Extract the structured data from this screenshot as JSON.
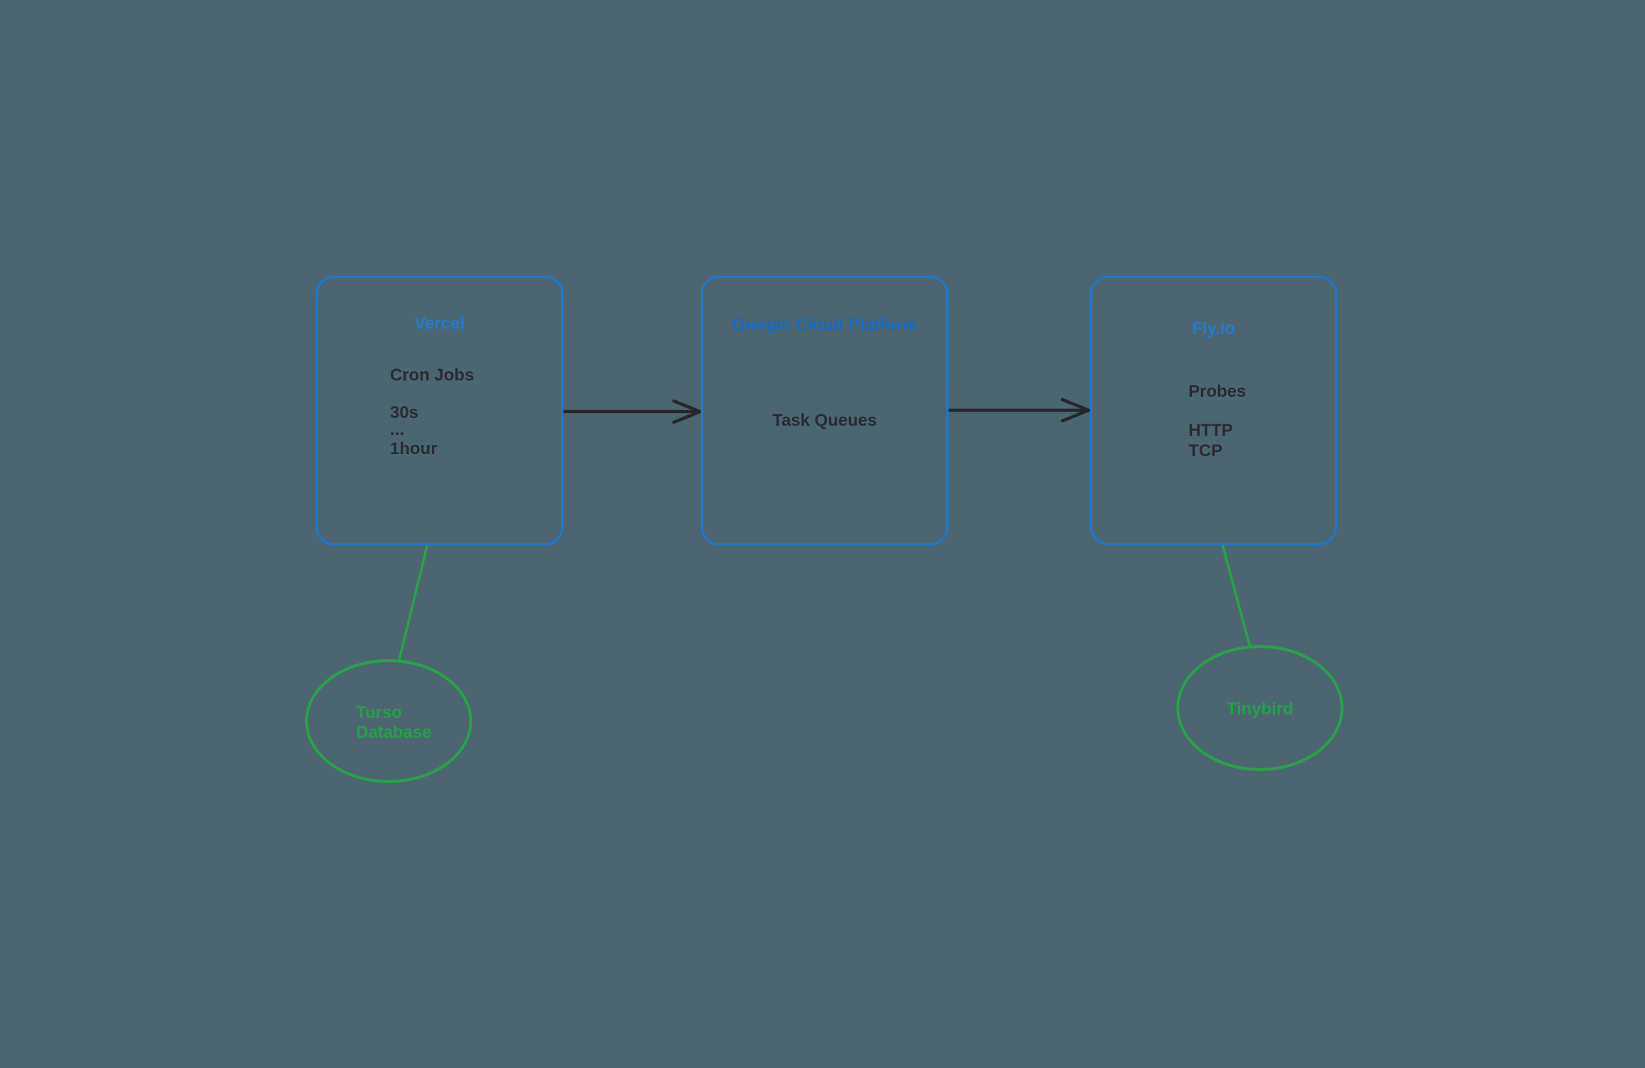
{
  "colors": {
    "background": "#4b6670",
    "box_border": "#1d78d2",
    "title_blue": "#1e7cd6",
    "title_blue_dark": "#166ac8",
    "body_text": "#2a2b30",
    "shape_green": "#26a347",
    "green_text": "#23a04a",
    "arrow_dark": "#26262b"
  },
  "nodes": {
    "vercel": {
      "title": "Vercel",
      "line1": "Cron Jobs",
      "line2": "30s",
      "line3": "...",
      "line4": "1hour"
    },
    "gcp": {
      "title": "Google Cloud Platform",
      "line1": "Task Queues"
    },
    "flyio": {
      "title": "Fly.io",
      "line1": "Probes",
      "line2": "HTTP",
      "line3": "TCP"
    }
  },
  "ellipses": {
    "turso": {
      "line1": "Turso",
      "line2": "Database"
    },
    "tinybird": {
      "label": "Tinybird"
    }
  },
  "edges": [
    {
      "from": "vercel",
      "to": "gcp",
      "style": "arrow"
    },
    {
      "from": "gcp",
      "to": "flyio",
      "style": "arrow"
    },
    {
      "from": "vercel",
      "to": "turso",
      "style": "line"
    },
    {
      "from": "flyio",
      "to": "tinybird",
      "style": "line"
    }
  ]
}
